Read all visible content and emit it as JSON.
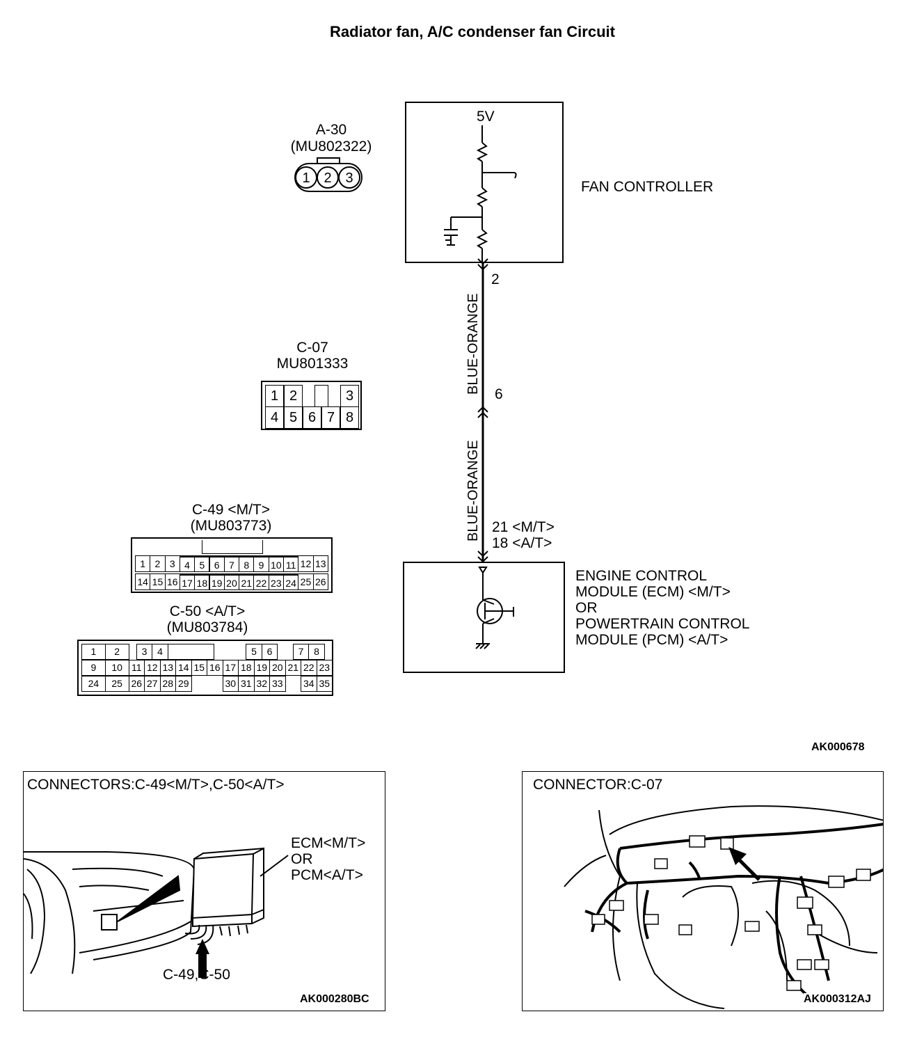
{
  "title": "Radiator fan, A/C condenser fan Circuit",
  "fan_controller": {
    "label": "FAN CONTROLLER",
    "supply": "5V",
    "terminal": "2"
  },
  "wire": {
    "color_upper": "BLUE-ORANGE",
    "color_lower": "BLUE-ORANGE",
    "junction_terminal": "6",
    "ecm_terminal_mt": "21 <M/T>",
    "ecm_terminal_at": "18 <A/T>"
  },
  "ecm": {
    "line1": "ENGINE CONTROL",
    "line2": "MODULE (ECM) <M/T>",
    "line3": "OR",
    "line4": "POWERTRAIN CONTROL",
    "line5": "MODULE (PCM) <A/T>"
  },
  "connectors": {
    "a30": {
      "name": "A-30",
      "part": "(MU802322)",
      "pins": [
        "1",
        "2",
        "3"
      ]
    },
    "c07": {
      "name": "C-07",
      "part": "MU801333",
      "row1": [
        "1",
        "2",
        "",
        "3"
      ],
      "row2": [
        "4",
        "5",
        "6",
        "7",
        "8"
      ]
    },
    "c49": {
      "name": "C-49 <M/T>",
      "part": "(MU803773)",
      "row1": [
        "1",
        "2",
        "3",
        "4",
        "5",
        "6",
        "7",
        "8",
        "9",
        "10",
        "11",
        "12",
        "13"
      ],
      "row2": [
        "14",
        "15",
        "16",
        "17",
        "18",
        "19",
        "20",
        "21",
        "22",
        "23",
        "24",
        "25",
        "26"
      ]
    },
    "c50": {
      "name": "C-50 <A/T>",
      "part": "(MU803784)",
      "row1": [
        "1",
        "2",
        "3",
        "4",
        "5",
        "6",
        "7",
        "8"
      ],
      "row2": [
        "9",
        "10",
        "11",
        "12",
        "13",
        "14",
        "15",
        "16",
        "17",
        "18",
        "19",
        "20",
        "21",
        "22",
        "23"
      ],
      "row3": [
        "24",
        "25",
        "26",
        "27",
        "28",
        "29",
        "30",
        "31",
        "32",
        "33",
        "34",
        "35"
      ]
    }
  },
  "diagram_code": "AK000678",
  "panel_left": {
    "title": "CONNECTORS:C-49<M/T>,C-50<A/T>",
    "ecm_line1": "ECM<M/T>",
    "ecm_line2": "OR",
    "ecm_line3": "PCM<A/T>",
    "pointer": "C-49,C-50",
    "code": "AK000280BC"
  },
  "panel_right": {
    "title": "CONNECTOR:C-07",
    "code": "AK000312AJ"
  }
}
